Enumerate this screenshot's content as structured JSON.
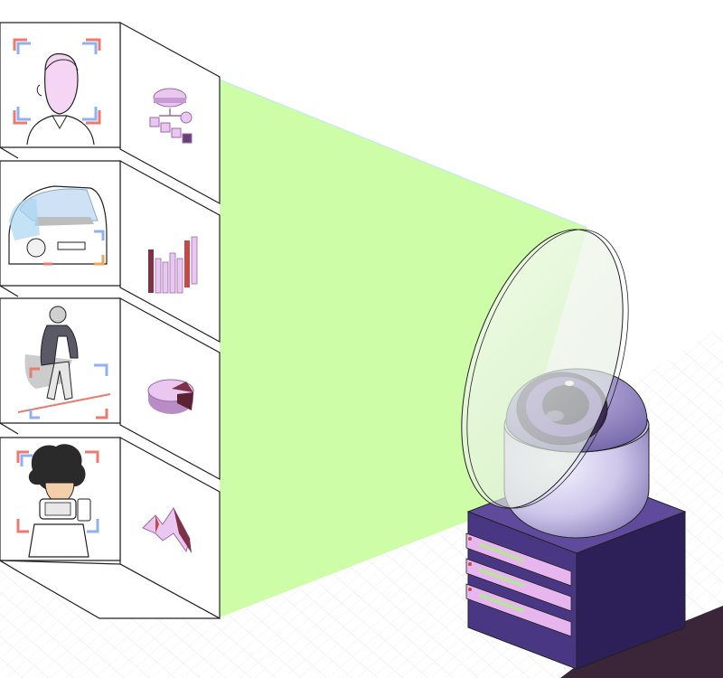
{
  "colors": {
    "beam": "#cdfda6",
    "server_top": "#5f4a9c",
    "server_left": "#4a3784",
    "server_right": "#2d1f57",
    "drive_face": "#e8b6ef",
    "drive_led": "#b7e39b",
    "lens_iris": "#7a5bb8",
    "lens_pupil": "#2a1b3e",
    "dome_outer": "#dad6ef",
    "shadow": "#3a2638",
    "icon_main": "#eac7f0",
    "icon_side": "#9a6aa8",
    "icon_dark": "#7d3346",
    "scan_blue": "#8fb1f4",
    "scan_red": "#ec7a6e"
  },
  "panels": [
    {
      "subject": "face-portrait",
      "icon": "flowchart-icon"
    },
    {
      "subject": "car",
      "icon": "bar-chart-icon"
    },
    {
      "subject": "walking-person",
      "icon": "pie-chart-icon"
    },
    {
      "subject": "person-with-phone",
      "icon": "mountain-chart-icon"
    }
  ]
}
